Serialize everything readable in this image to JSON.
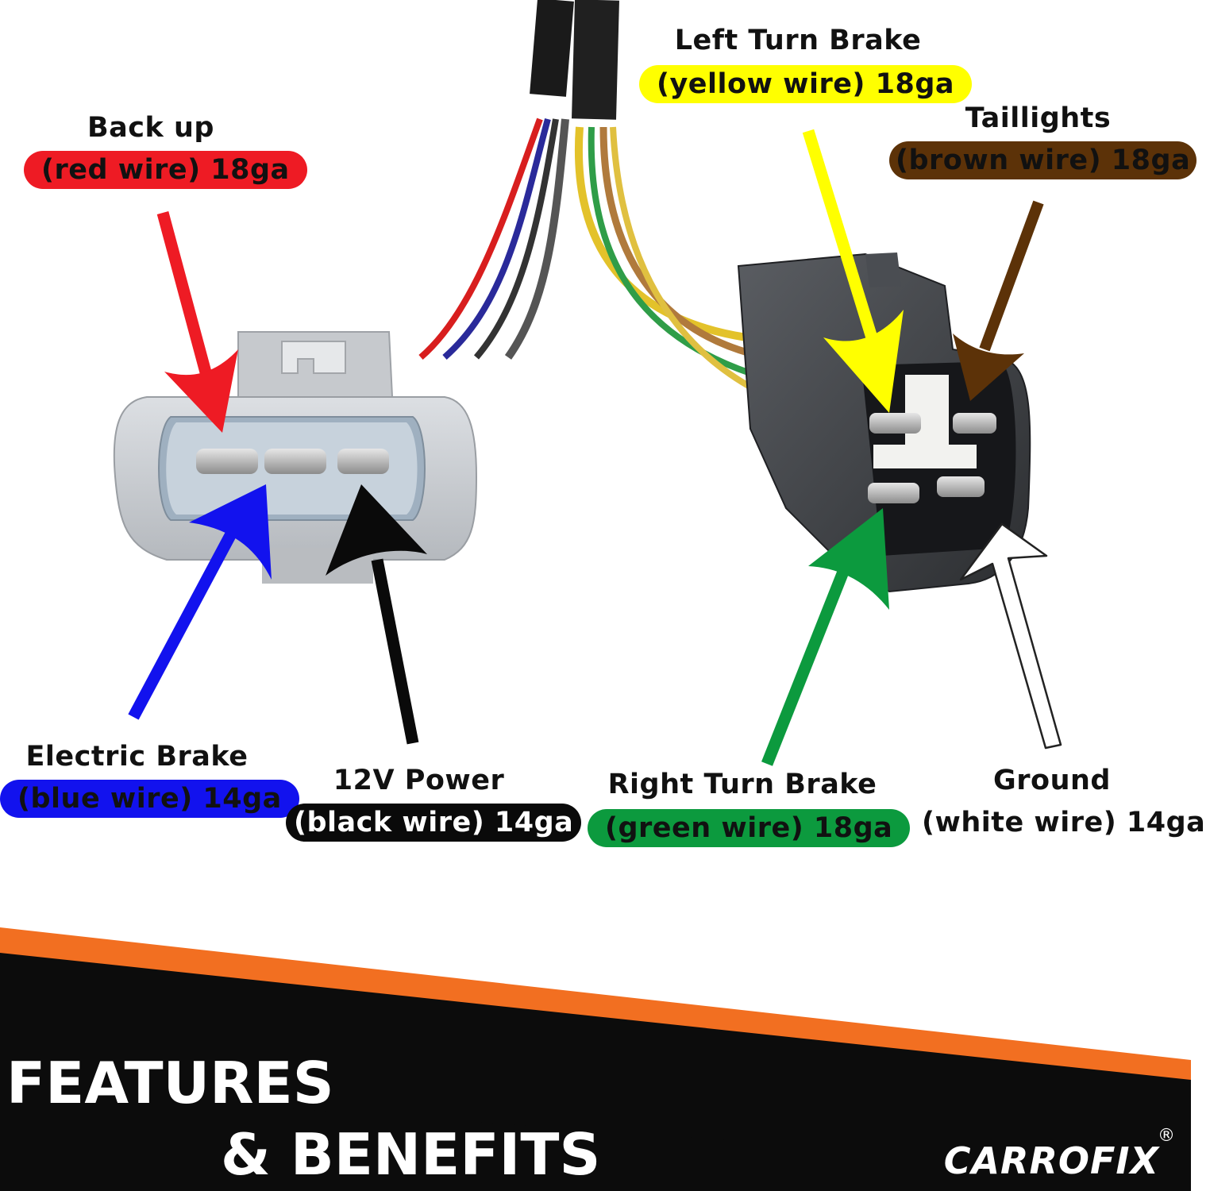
{
  "labels": {
    "back_up": {
      "title": "Back up",
      "wire": "(red wire) 18ga",
      "color": "#ee1b24",
      "text_color": "#111111"
    },
    "electric_brake": {
      "title": "Electric Brake",
      "wire": "(blue wire) 14ga",
      "color": "#1212ee",
      "text_color": "#111111"
    },
    "power_12v": {
      "title": "12V Power",
      "wire": "(black wire) 14ga",
      "color": "#0a0a0a",
      "text_color": "#ffffff"
    },
    "left_turn_brake": {
      "title": "Left Turn Brake",
      "wire": "(yellow wire) 18ga",
      "color": "#ffff00",
      "text_color": "#111111"
    },
    "taillights": {
      "title": "Taillights",
      "wire": "(brown wire) 18ga",
      "color": "#5c3208",
      "text_color": "#111111"
    },
    "right_turn_brake": {
      "title": "Right Turn Brake",
      "wire": "(green wire) 18ga",
      "color": "#0c9a3e",
      "text_color": "#111111"
    },
    "ground": {
      "title": "Ground",
      "wire": "(white wire) 14ga",
      "color": "#ffffff",
      "text_color": "#111111"
    }
  },
  "banner": {
    "line1": "FEATURES",
    "line2": "& BENEFITS",
    "brand": "CARROFIX",
    "registered": "®",
    "accent_color": "#f26f21",
    "background_color": "#0c0c0c"
  }
}
